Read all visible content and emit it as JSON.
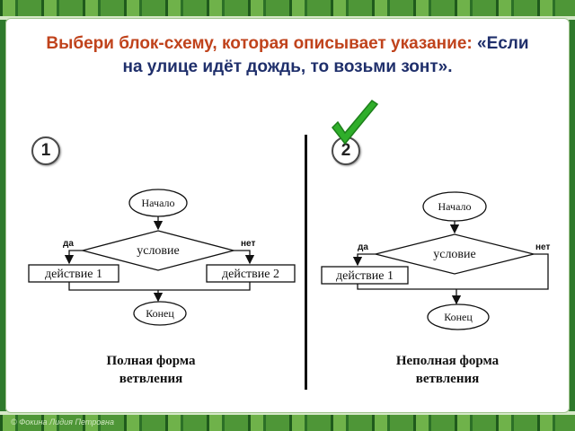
{
  "title": {
    "prefix": "Выбери блок-схему, которая описывает указание:",
    "quote": "«Если на улице идёт дождь, то возьми зонт»."
  },
  "options": [
    {
      "number": "1",
      "start": "Начало",
      "condition": "условие",
      "yes": "да",
      "no": "нет",
      "action_yes": "действие 1",
      "action_no": "действие 2",
      "end": "Конец",
      "caption_line1": "Полная форма",
      "caption_line2": "ветвления"
    },
    {
      "number": "2",
      "start": "Начало",
      "condition": "условие",
      "yes": "да",
      "no": "нет",
      "action_yes": "действие 1",
      "end": "Конец",
      "caption_line1": "Неполная форма",
      "caption_line2": "ветвления",
      "checked": true
    }
  ],
  "footer": {
    "credit": "© Фокина Лидия Петровна"
  },
  "colors": {
    "title_accent": "#c0431c",
    "title_quote": "#1f2f6b",
    "check": "#2fae2a",
    "frame": "#2f7a2c"
  }
}
